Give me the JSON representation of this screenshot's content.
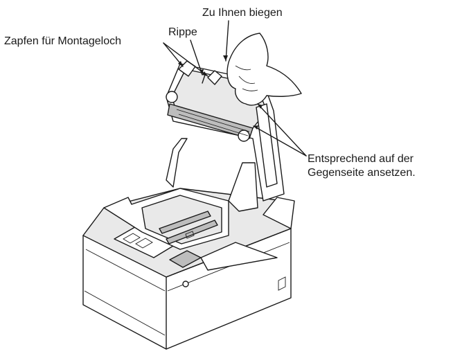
{
  "labels": {
    "peg": "Zapfen für Montageloch",
    "rib": "Rippe",
    "bend": "Zu Ihnen biegen",
    "opposite_line1": "Entsprechend auf der",
    "opposite_line2": "Gegenseite ansetzen."
  },
  "colors": {
    "line": "#1a1a1a",
    "panel": "#e9e9e9",
    "shade": "#bdbdbd",
    "background": "#ffffff"
  }
}
